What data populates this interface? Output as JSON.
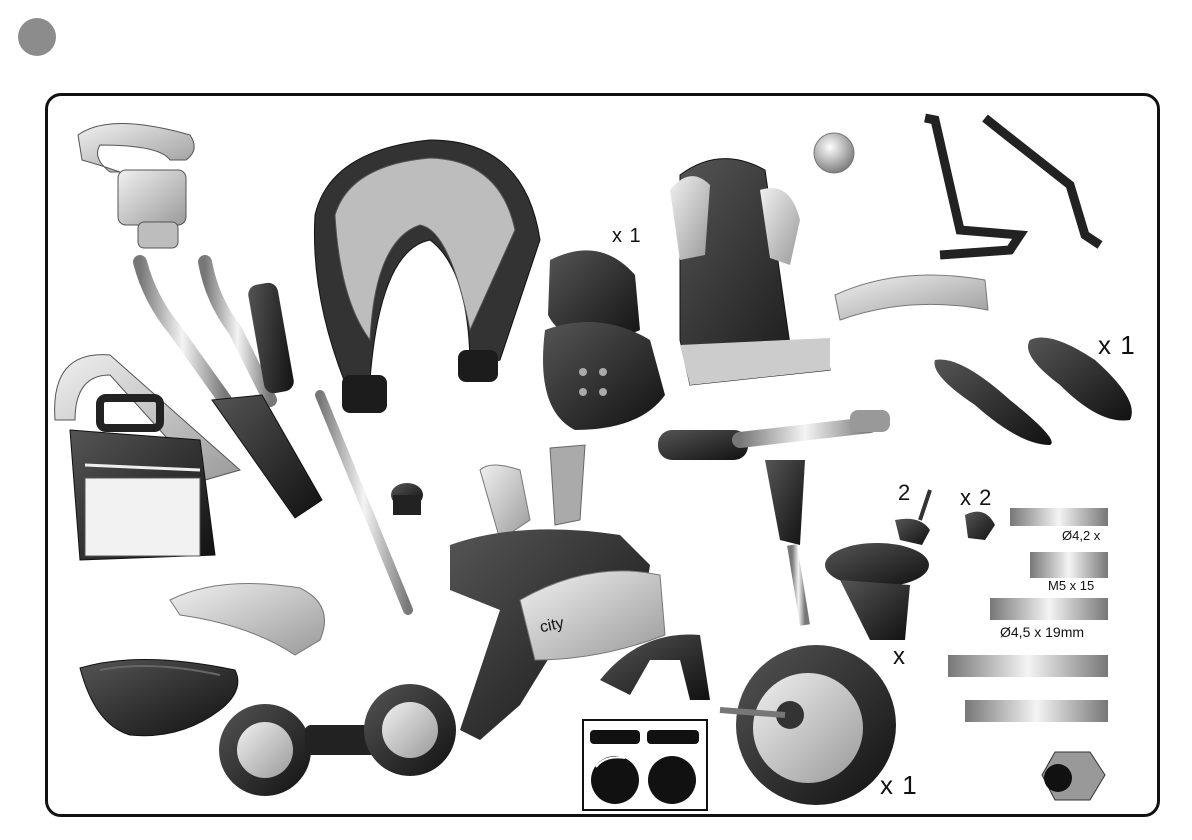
{
  "labels": {
    "qty_footrests": "x 1",
    "qty_small_knob": "2",
    "qty_cap_knob": "x 2",
    "qty_cup_holder": "x",
    "qty_front_wheel": "x 1",
    "seat_partial": "x 1",
    "screw_1": "Ø4,2 x",
    "screw_2": "M5 x 15",
    "screw_3": "Ø4,5 x 19mm",
    "frame_brand": "city"
  },
  "colors": {
    "step_dot": "#8c8c8c",
    "frame_border": "#111111",
    "part_dark": "#222222",
    "part_mid": "#8a8a8a",
    "part_light": "#cfcfcf"
  }
}
